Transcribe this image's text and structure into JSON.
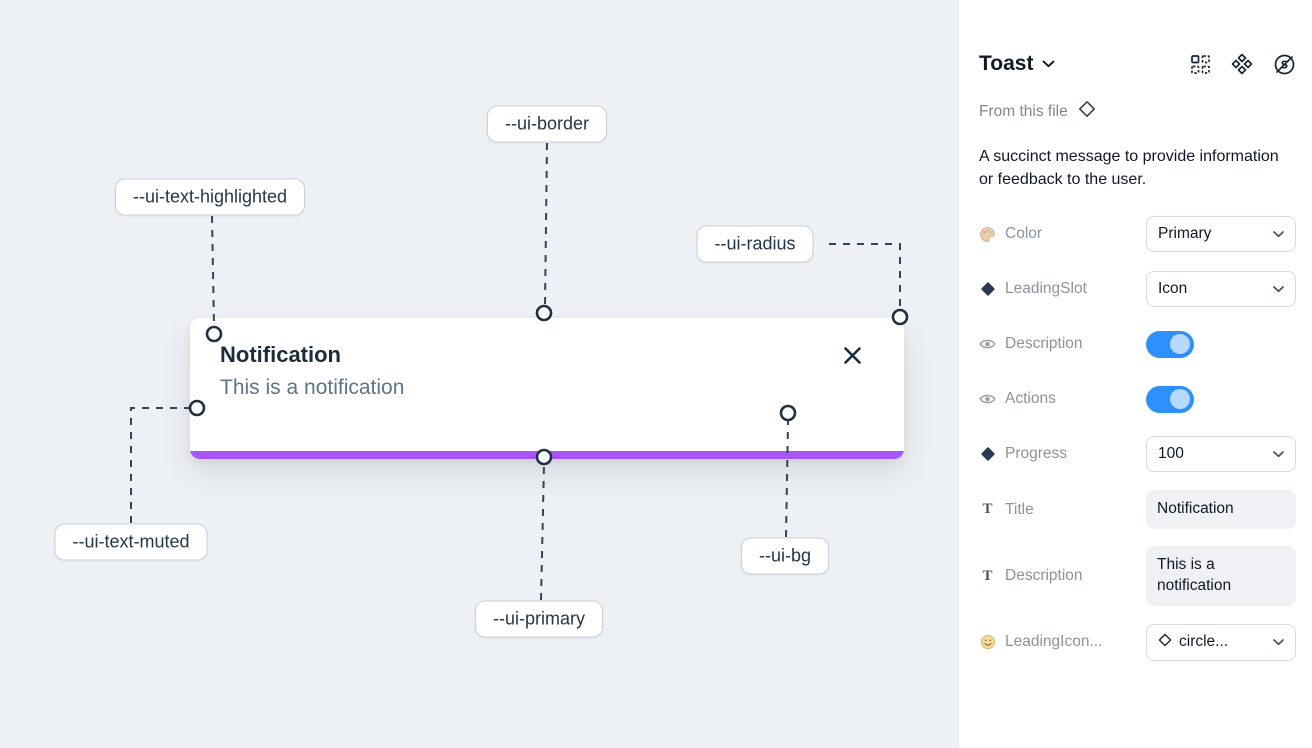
{
  "canvas": {
    "toast": {
      "title": "Notification",
      "description": "This is a notification"
    },
    "annotations": [
      {
        "label": "--ui-border"
      },
      {
        "label": "--ui-text-highlighted"
      },
      {
        "label": "--ui-radius"
      },
      {
        "label": "--ui-text-muted"
      },
      {
        "label": "--ui-primary"
      },
      {
        "label": "--ui-bg"
      }
    ],
    "colors": {
      "primary_bar": "#a855f7"
    }
  },
  "panel": {
    "title": "Toast",
    "source": "From this file",
    "description": "A succinct message to provide information or feedback to the user.",
    "accent": "#2e90fa",
    "properties": [
      {
        "label": "Color",
        "control": "select",
        "value": "Primary"
      },
      {
        "label": "LeadingSlot",
        "control": "select",
        "value": "Icon"
      },
      {
        "label": "Description",
        "control": "toggle",
        "value": "on"
      },
      {
        "label": "Actions",
        "control": "toggle",
        "value": "on"
      },
      {
        "label": "Progress",
        "control": "select",
        "value": "100"
      },
      {
        "label": "Title",
        "control": "text",
        "value": "Notification"
      },
      {
        "label": "Description",
        "control": "text",
        "value": "This is a notification"
      },
      {
        "label": "LeadingIcon...",
        "control": "icon-select",
        "value": "circle..."
      }
    ]
  }
}
